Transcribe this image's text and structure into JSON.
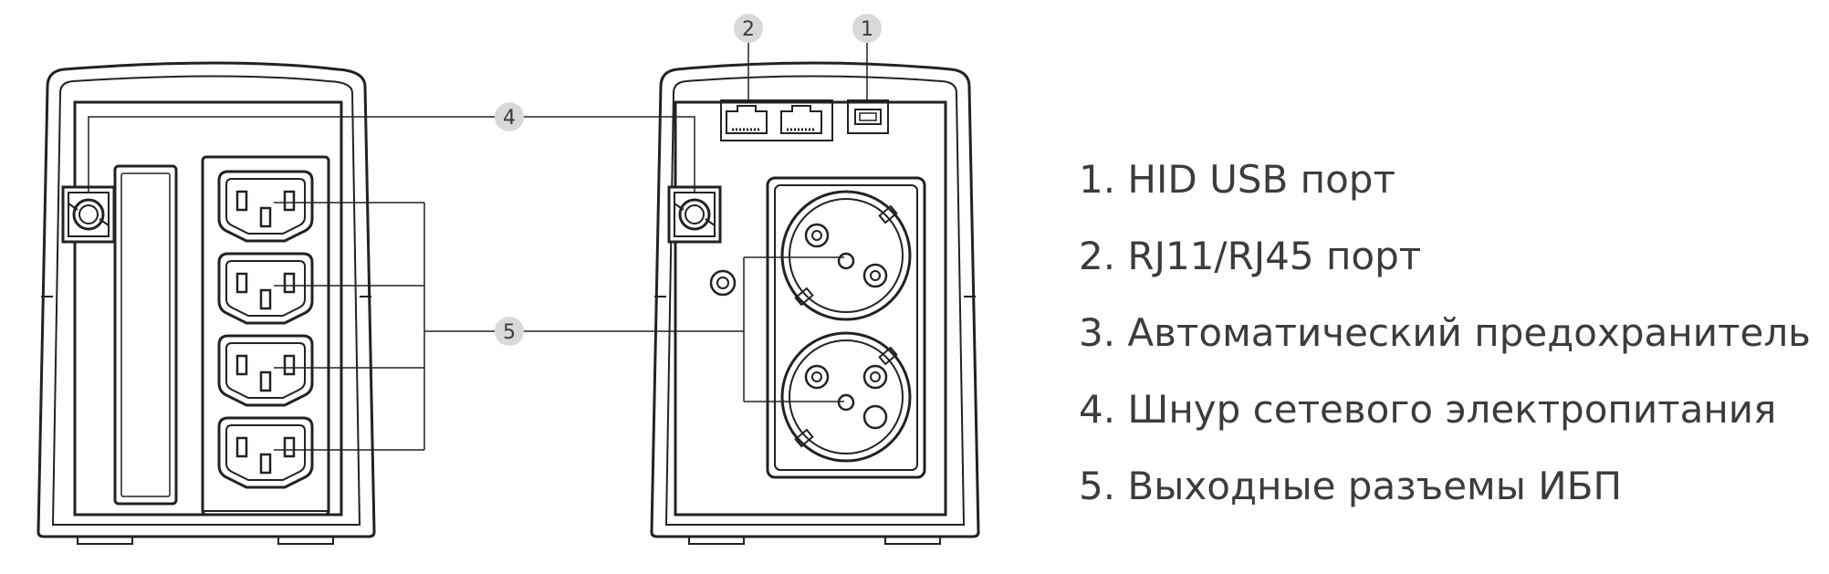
{
  "callouts": {
    "usb": "1",
    "rj": "2",
    "power_cord": "4",
    "outlets": "5"
  },
  "legend": [
    "1. HID USB порт",
    "2. RJ11/RJ45 порт",
    "3. Автоматический предохранитель",
    "4. Шнур сетевого электропитания",
    "5. Выходные разъемы ИБП"
  ],
  "colors": {
    "line": "#222222",
    "badge": "#d9d9d9",
    "legend_text": "#3c3c3c"
  }
}
